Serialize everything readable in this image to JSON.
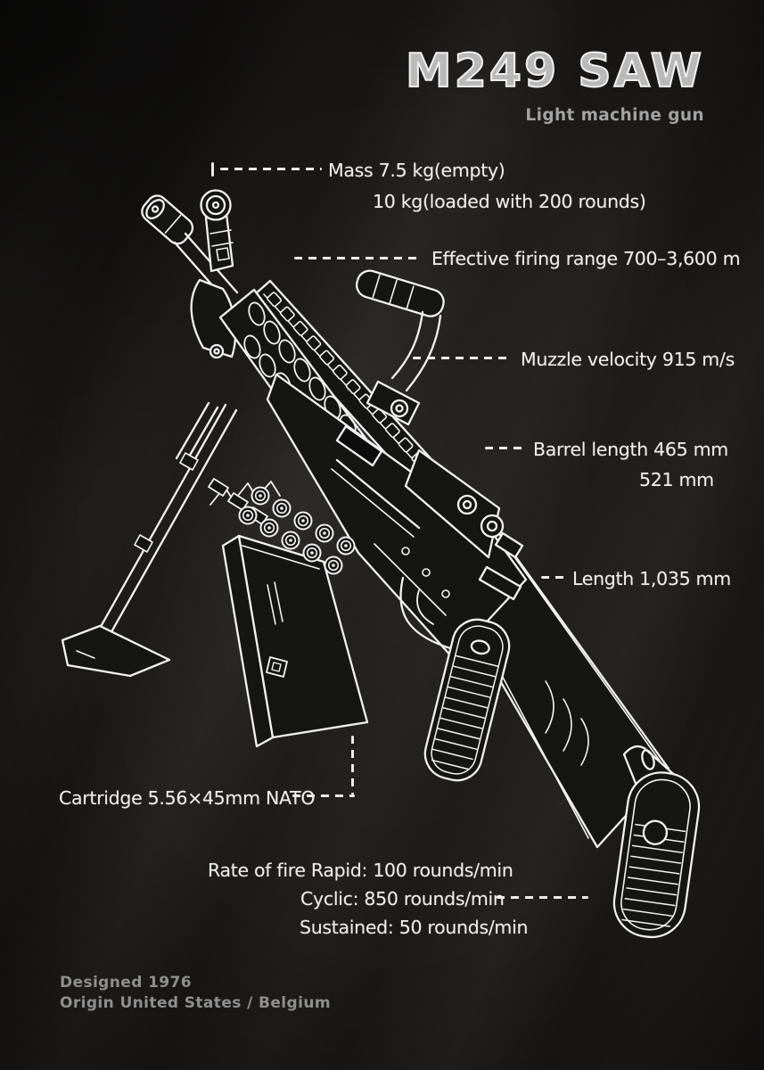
{
  "poster": {
    "title": "M249 SAW",
    "subtitle": "Light machine gun",
    "annotations": {
      "mass_line1": "Mass 7.5 kg(empty)",
      "mass_line2": "10 kg(loaded with 200 rounds)",
      "firing_range": "Effective firing range 700–3,600 m",
      "muzzle_velocity": "Muzzle velocity 915 m/s",
      "barrel_length_line1": "Barrel length 465 mm",
      "barrel_length_line2": "521 mm",
      "overall_length": "Length 1,035 mm",
      "cartridge": "Cartridge 5.56×45mm NATO",
      "rate_of_fire_line1": "Rate of fire Rapid: 100 rounds/min",
      "rate_of_fire_line2": "Cyclic: 850 rounds/min",
      "rate_of_fire_line3": "Sustained: 50 rounds/min"
    },
    "footer": {
      "designed": "Designed 1976",
      "origin": "Origin United States / Belgium"
    },
    "colors": {
      "background": "#1b1917",
      "chalk_line": "#f2f2f2",
      "annotation_text": "#f0ede8",
      "muted_text": "#a2a2a2"
    },
    "illustration": {
      "alt": "M249 SAW chalk line drawing"
    }
  }
}
